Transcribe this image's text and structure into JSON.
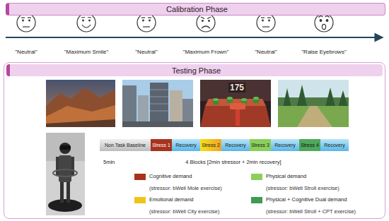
{
  "diagram": {
    "nodes": [
      {
        "text": [
          "Calibration Phase"
        ]
      },
      {
        "text": [
          "Testing Phase"
        ]
      },
      {
        "text": [
          "Non Task Baseline"
        ],
        "in": 1
      },
      {
        "text": [
          "Stress 1"
        ],
        "in": 1
      },
      {
        "text": [
          "Recovery"
        ],
        "in": 1
      },
      {
        "text": [
          "Stress 2"
        ],
        "in": 1
      },
      {
        "text": [
          "Recovery"
        ],
        "in": 1
      },
      {
        "text": [
          "Stress 3"
        ],
        "in": 1
      },
      {
        "text": [
          "Recovery"
        ],
        "in": 1
      },
      {
        "text": [
          "Stress 4"
        ],
        "in": 1
      },
      {
        "text": [
          "Recovery"
        ],
        "in": 1
      }
    ],
    "labels": [
      "\"Neutral\"",
      "\"Maximum Smile\"",
      "\"Neutral\"",
      "\"Maximum Frown\"",
      "\"Neutral\"",
      "\"Raise Eyebrows\"",
      "175",
      "5min",
      "4 Blocks [2min stressor + 2min recovery]",
      "(stressor: bWell Mole exercise)",
      "(stressor: bWell Stroll exercise)",
      "(stressor: bWell City exercise)",
      "(stressor: bWell Stroll + CPT exercise)"
    ],
    "legend": [
      {
        "text": "Cognitive demand",
        "color": "#a8321e"
      },
      {
        "text": "Physical demand",
        "color": "#8ccf5c"
      },
      {
        "text": "Emotional demand",
        "color": "#f2c21a"
      },
      {
        "text": "Physical + Cognitive Dual demand",
        "color": "#3f9b4f"
      }
    ]
  }
}
